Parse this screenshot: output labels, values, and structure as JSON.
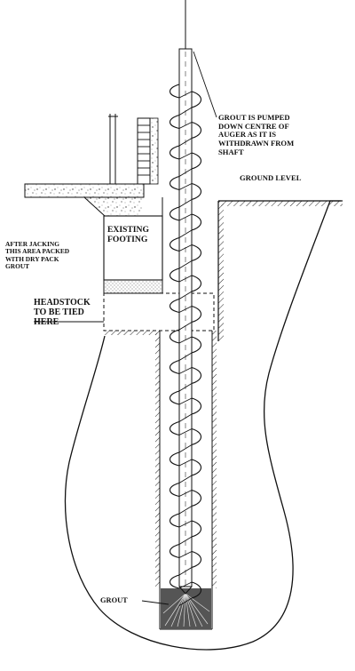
{
  "labels": {
    "grout_note": "GROUT IS PUMPED\nDOWN CENTRE OF\nAUGER AS IT IS\nWITHDRAWN FROM\nSHAFT",
    "ground_level": "GROUND LEVEL",
    "existing_footing": "EXISTING\nFOOTING",
    "after_jacking": "AFTER JACKING\nTHIS AREA PACKED\nWITH DRY PACK\nGROUT",
    "headstock": "HEADSTOCK\nTO BE TIED\nHERE",
    "grout": "GROUT"
  },
  "colors": {
    "ink": "#111111",
    "grout_fill": "#555555",
    "hatch": "#222222",
    "paper": "#ffffff"
  }
}
